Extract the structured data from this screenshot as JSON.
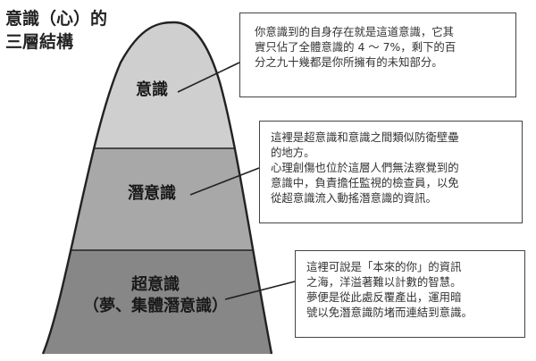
{
  "title": {
    "line1": "意識（心）的",
    "line2": "三層結構"
  },
  "layers": [
    {
      "name": "conscious",
      "label_lines": [
        "意識"
      ],
      "color": "#cfcfcf"
    },
    {
      "name": "subconscious",
      "label_lines": [
        "潛意識"
      ],
      "color": "#a8a8a8"
    },
    {
      "name": "superconscious",
      "label_lines": [
        "超意識",
        "（夢、集體潛意識）"
      ],
      "color": "#878787"
    }
  ],
  "notes": [
    {
      "target": "conscious",
      "lines": [
        "你意識到的自身存在就是這道意識，它其",
        "實只佔了全體意識的 4 ～ 7%，剩下的百",
        "分之九十幾都是你所擁有的未知部分。"
      ]
    },
    {
      "target": "subconscious",
      "lines": [
        "這裡是超意識和意識之間類似防衛壁壘",
        "的地方。",
        "心理創傷也位於這層人們無法察覺到的",
        "意識中，負責擔任監視的檢查員，以免",
        "從超意識流入動搖潛意識的資訊。"
      ]
    },
    {
      "target": "superconscious",
      "lines": [
        "這裡可說是「本來的你」的資訊",
        "之海，洋溢著難以計數的智慧。",
        "夢便是從此處反覆產出，運用暗",
        "號以免潛意識防堵而連結到意識。"
      ]
    }
  ],
  "colors": {
    "outline": "#222222",
    "box_border": "#444444"
  }
}
